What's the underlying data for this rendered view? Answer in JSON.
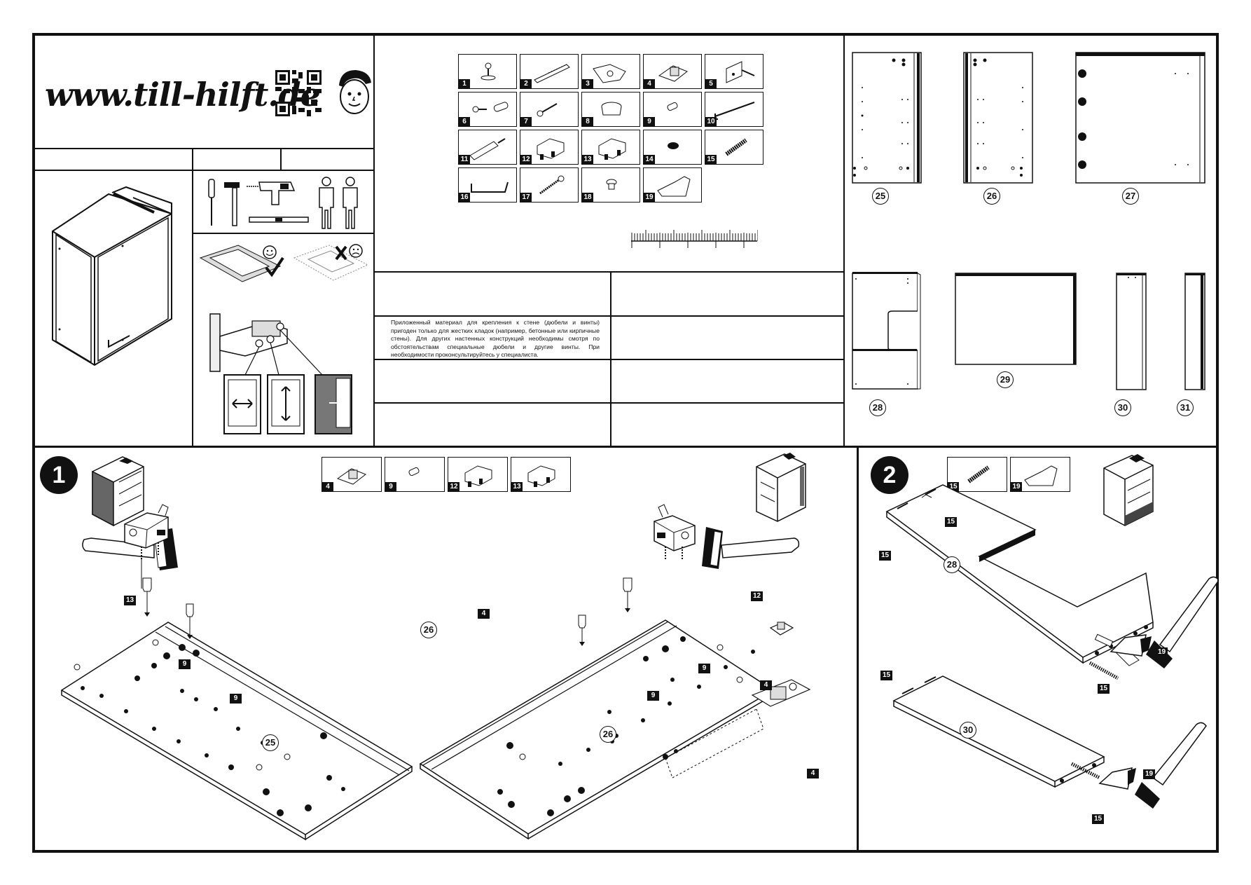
{
  "header": {
    "website": "www.till-hilft.de"
  },
  "parts": [
    {
      "num": "1",
      "icon": "leveling-foot-icon"
    },
    {
      "num": "2",
      "icon": "wall-plug-screw-icon"
    },
    {
      "num": "3",
      "icon": "hinge-icon"
    },
    {
      "num": "4",
      "icon": "hinge-mounting-plate-icon"
    },
    {
      "num": "5",
      "icon": "wall-bracket-icon"
    },
    {
      "num": "6",
      "icon": "screw-and-dowel-icon"
    },
    {
      "num": "7",
      "icon": "screw-icon"
    },
    {
      "num": "8",
      "icon": "cap-icon"
    },
    {
      "num": "9",
      "icon": "shelf-pin-icon"
    },
    {
      "num": "10",
      "icon": "hook-screw-icon"
    },
    {
      "num": "11",
      "icon": "wall-anchor-icon"
    },
    {
      "num": "12",
      "icon": "cabinet-hanger-right-icon"
    },
    {
      "num": "13",
      "icon": "cabinet-hanger-left-icon"
    },
    {
      "num": "14",
      "icon": "cover-cap-icon"
    },
    {
      "num": "15",
      "icon": "wooden-dowel-icon"
    },
    {
      "num": "16",
      "icon": "handle-icon"
    },
    {
      "num": "17",
      "icon": "screw-icon"
    },
    {
      "num": "18",
      "icon": "bumper-icon"
    },
    {
      "num": "19",
      "icon": "glue-tube-icon"
    }
  ],
  "panels": [
    "25",
    "26",
    "27",
    "28",
    "29",
    "30",
    "31"
  ],
  "notice": {
    "text": "Приложенный материал для крепления к стене (дюбели и винты) пригоден только для жестких кладок (например, бетонные или кирпичные стены). Для других настенных конструкций необходимы смотря по обстоятельствам специальные дюбели и другие винты. При необходимости проконсультируйтесь у специалиста."
  },
  "step1": {
    "number": "1",
    "parts": [
      "4",
      "9",
      "12",
      "13"
    ],
    "labels": {
      "hanger_left": "13",
      "pin_a": "9",
      "pin_b": "9",
      "panel_left": "25",
      "hanger_right": "12",
      "pin_c": "9",
      "pin_d": "9",
      "plate_a": "4",
      "plate_b": "4",
      "center_part": "4",
      "center_panel": "26",
      "panel_right": "26"
    }
  },
  "step2": {
    "number": "2",
    "parts": [
      "15",
      "19"
    ],
    "labels": {
      "dowel_a": "15",
      "dowel_b": "15",
      "panel_top": "28",
      "glue_a": "19",
      "dowel_c": "15",
      "dowel_d": "15",
      "panel_bottom": "30",
      "glue_b": "19",
      "dowel_e": "15"
    }
  }
}
